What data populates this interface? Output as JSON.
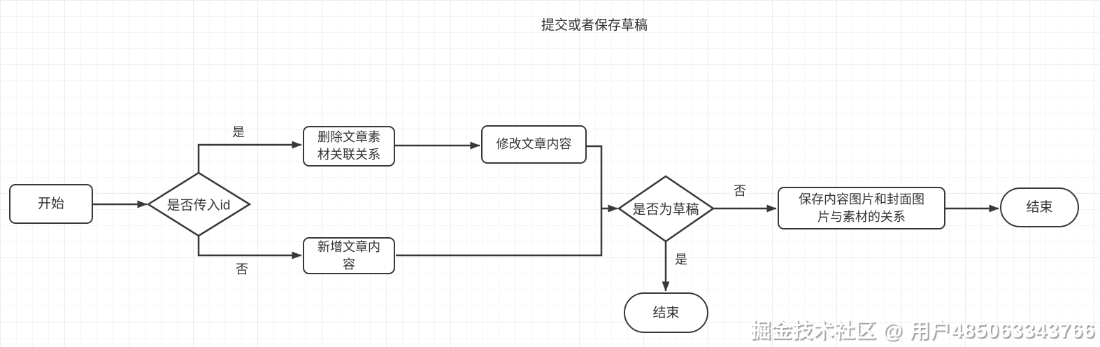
{
  "title": "提交或者保存草稿",
  "watermark": "掘金技术社区 @ 用户485063343766",
  "colors": {
    "background": "#ffffff",
    "grid_minor": "#f5f5f5",
    "grid_major": "#ececec",
    "stroke": "#383838",
    "text": "#333333",
    "watermark_shadow": "#919191"
  },
  "nodes": {
    "start": {
      "label": "开始",
      "type": "rounded-rect"
    },
    "decision_id": {
      "label": "是否传入id",
      "type": "diamond"
    },
    "delete_assoc": {
      "label": "删除文章素\n材关联关系",
      "type": "rect"
    },
    "modify_content": {
      "label": "修改文章内容",
      "type": "rect"
    },
    "add_content": {
      "label": "新增文章内\n容",
      "type": "rect"
    },
    "decision_draft": {
      "label": "是否为草稿",
      "type": "diamond"
    },
    "save_relation": {
      "label": "保存内容图片和封面图\n片与素材的关系",
      "type": "rect"
    },
    "end_right": {
      "label": "结束",
      "type": "stadium"
    },
    "end_bottom": {
      "label": "结束",
      "type": "stadium"
    }
  },
  "edge_labels": {
    "yes_top": "是",
    "no_bottom": "否",
    "no_right": "否",
    "yes_down": "是"
  }
}
